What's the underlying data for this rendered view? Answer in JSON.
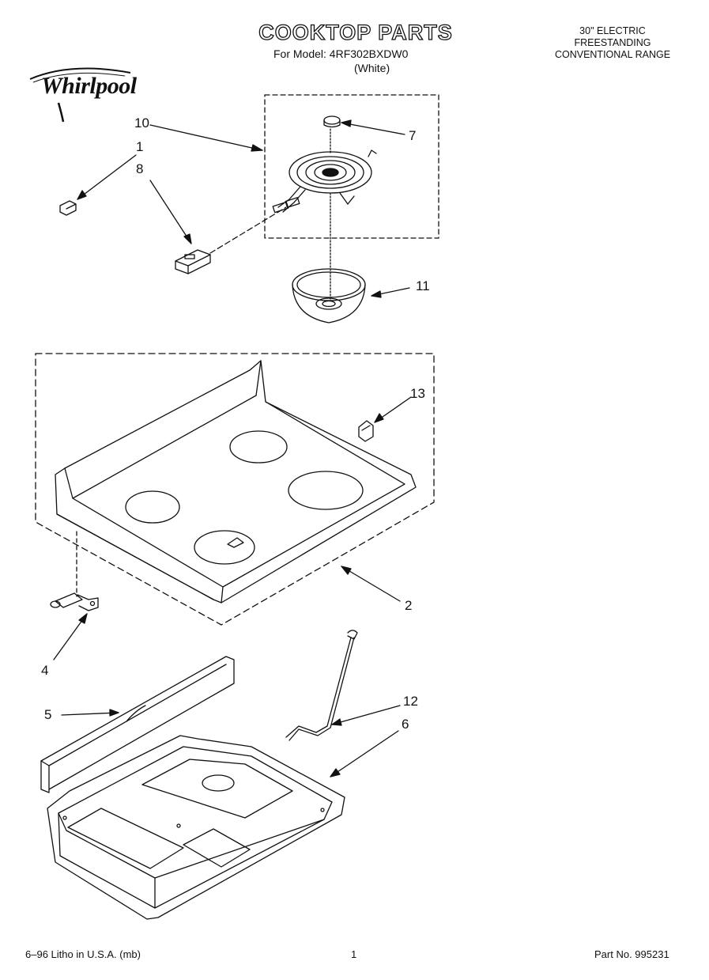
{
  "header": {
    "title": "COOKTOP PARTS",
    "model_line": "For Model: 4RF302BXDW0",
    "variant": "(White)",
    "product_lines": [
      "30\" ELECTRIC",
      "FREESTANDING",
      "CONVENTIONAL RANGE"
    ],
    "brand": "Whirlpool"
  },
  "callouts": [
    {
      "id": "callout-10",
      "text": "10"
    },
    {
      "id": "callout-1",
      "text": "1"
    },
    {
      "id": "callout-8",
      "text": "8"
    },
    {
      "id": "callout-7",
      "text": "7"
    },
    {
      "id": "callout-11",
      "text": "11"
    },
    {
      "id": "callout-13",
      "text": "13"
    },
    {
      "id": "callout-2",
      "text": "2"
    },
    {
      "id": "callout-4",
      "text": "4"
    },
    {
      "id": "callout-12",
      "text": "12"
    },
    {
      "id": "callout-5",
      "text": "5"
    },
    {
      "id": "callout-6",
      "text": "6"
    }
  ],
  "footer": {
    "print_info": "6–96 Litho in U.S.A. (mb)",
    "page_number": "1",
    "part_number": "Part No. 995231"
  }
}
